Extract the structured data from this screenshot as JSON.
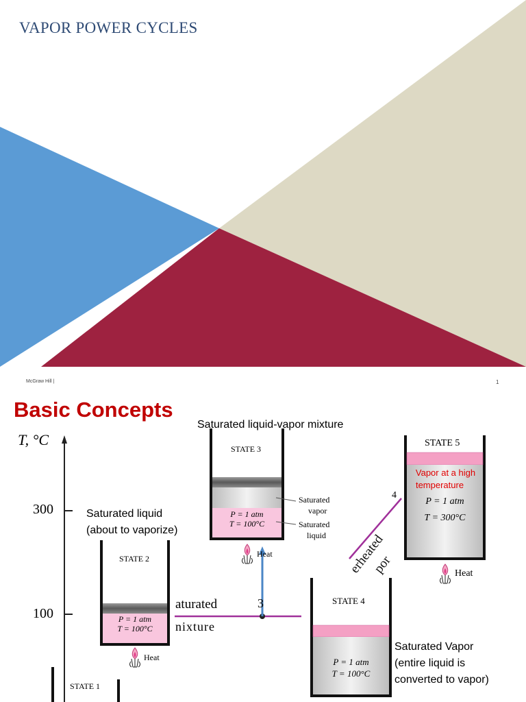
{
  "slide1": {
    "title": "VAPOR POWER CYCLES",
    "footer_left": "McGraw Hill   |",
    "page_number": "1",
    "colors": {
      "blue": "#5b9bd5",
      "beige": "#ddd9c4",
      "maroon": "#9e2240",
      "title": "#2e4a74"
    }
  },
  "slide2": {
    "heading": "Basic Concepts",
    "axis_label": "T, °C",
    "ticks": {
      "t300": "300",
      "t100": "100"
    },
    "captions": {
      "mixture": "Saturated liquid-vapor mixture",
      "sat_liquid_1": "Saturated liquid",
      "sat_liquid_2": "(about to vaporize)",
      "sat_vapor_1": "Saturated Vapor",
      "sat_vapor_2": "(entire liquid is",
      "sat_vapor_3": "converted to vapor)"
    },
    "state1": {
      "label": "STATE 1"
    },
    "state2": {
      "label": "STATE 2",
      "p": "P = 1 atm",
      "t": "T = 100°C",
      "heat": "Heat"
    },
    "state3": {
      "label": "STATE 3",
      "p": "P = 1 atm",
      "t": "T = 100°C",
      "heat": "Heat",
      "vapor_1": "Saturated",
      "vapor_2": "vapor",
      "liquid_1": "Saturated",
      "liquid_2": "liquid"
    },
    "state4": {
      "label": "STATE 4",
      "p": "P = 1 atm",
      "t": "T = 100°C"
    },
    "state5": {
      "label": "STATE 5",
      "note_1": "Vapor at a high",
      "note_2": "temperature",
      "p": "P = 1 atm",
      "t": "T = 300°C",
      "heat": "Heat"
    },
    "diagram": {
      "region_1": "aturated",
      "region_2": "nixture",
      "point": "3",
      "super_1": "erheated",
      "super_2": "por",
      "fragment": "4"
    }
  }
}
